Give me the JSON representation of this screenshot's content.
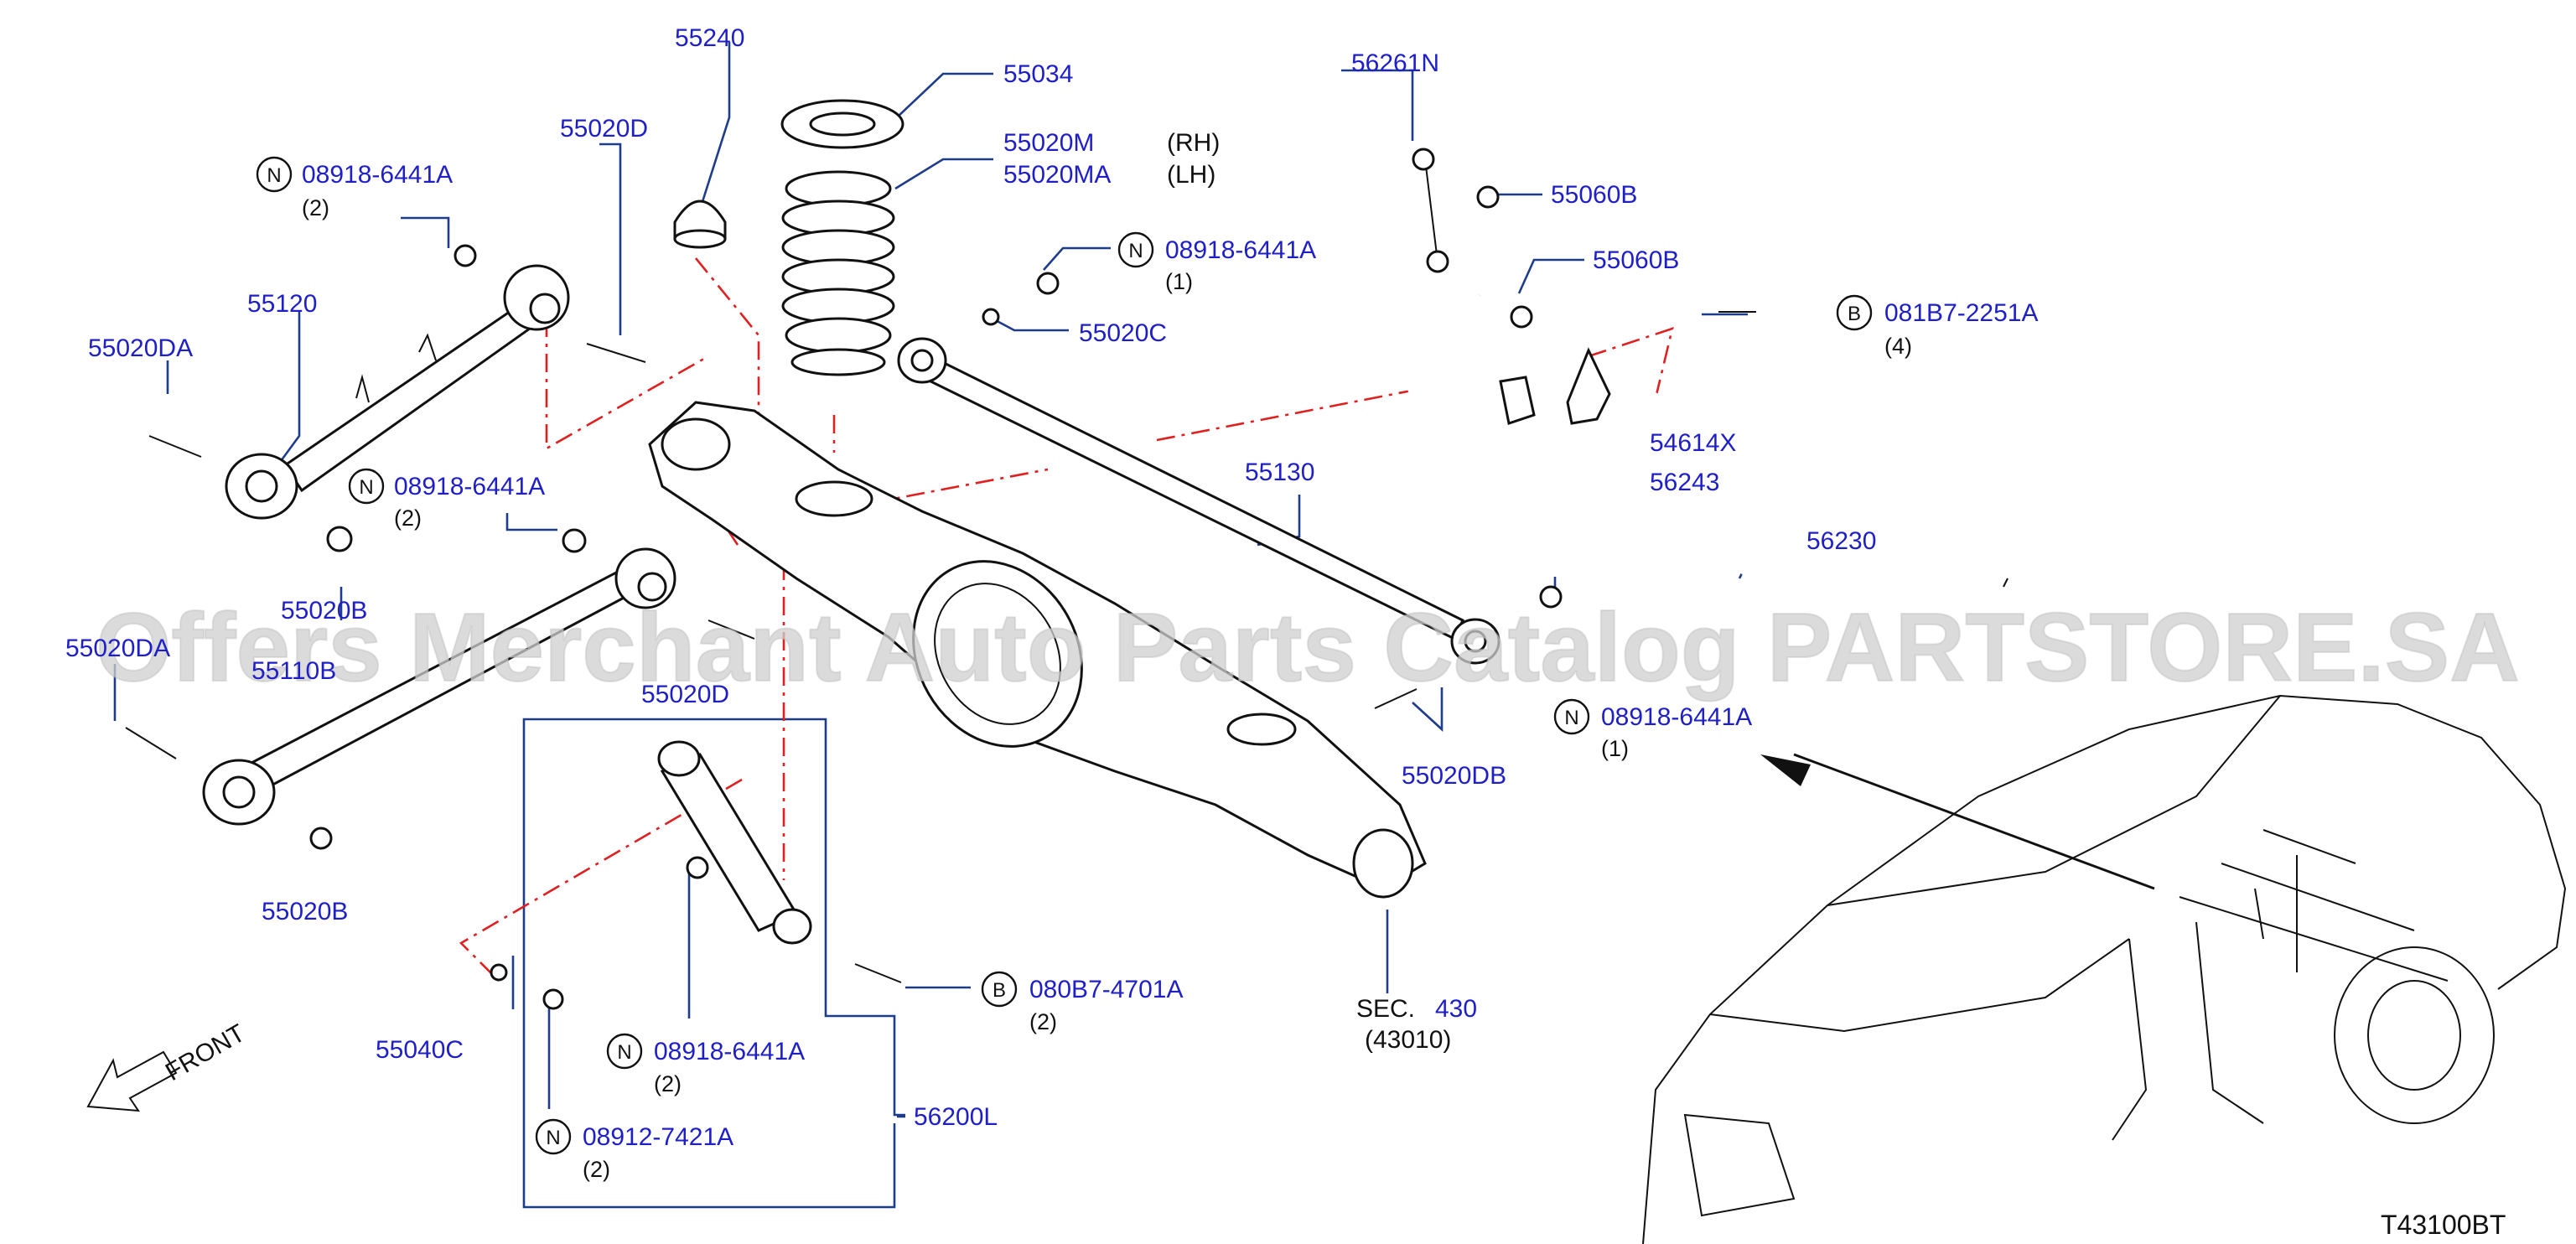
{
  "diagram_code": "T43100BT",
  "watermark": "Offers Merchant Auto Parts Catalog PARTSTORE.SA",
  "front_label": "FRONT",
  "sec_ref": {
    "prefix": "SEC.",
    "number": "430",
    "sub": "(43010)"
  },
  "labels": {
    "p55240": "55240",
    "p55034": "55034",
    "p55020M": "55020M",
    "p55020MA": "55020MA",
    "rh": "(RH)",
    "lh": "(LH)",
    "p55020D_top": "55020D",
    "p55020D_mid": "55020D",
    "p55120": "55120",
    "p55020DA_top": "55020DA",
    "p55020DA_bot": "55020DA",
    "p55110B": "55110B",
    "p55020B_top": "55020B",
    "p55020B_bot": "55020B",
    "p55020C": "55020C",
    "p55130": "55130",
    "p55020DB": "55020DB",
    "p56261N": "56261N",
    "p55060B_a": "55060B",
    "p55060B_b": "55060B",
    "p54614X": "54614X",
    "p56243": "56243",
    "p56230": "56230",
    "p55040C": "55040C",
    "p56200L": "56200L"
  },
  "callouts": [
    {
      "circle": "N",
      "part": "08918-6441A",
      "qty": "(2)"
    },
    {
      "circle": "N",
      "part": "08918-6441A",
      "qty": "(2)"
    },
    {
      "circle": "N",
      "part": "08918-6441A",
      "qty": "(1)"
    },
    {
      "circle": "B",
      "part": "081B7-2251A",
      "qty": "(4)"
    },
    {
      "circle": "N",
      "part": "08918-6441A",
      "qty": "(1)"
    },
    {
      "circle": "B",
      "part": "080B7-4701A",
      "qty": "(2)"
    },
    {
      "circle": "N",
      "part": "08918-6441A",
      "qty": "(2)"
    },
    {
      "circle": "N",
      "part": "08912-7421A",
      "qty": "(2)"
    }
  ]
}
